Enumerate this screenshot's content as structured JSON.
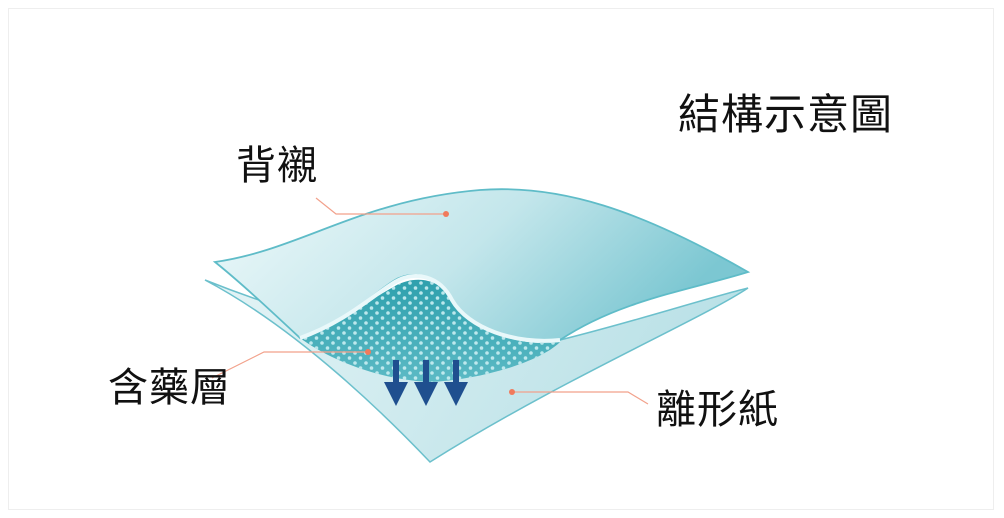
{
  "title": "結構示意圖",
  "labels": {
    "backing": "背襯",
    "drug_layer": "含藥層",
    "release_liner": "離形紙"
  },
  "colors": {
    "backing_light": "#e6f6f8",
    "backing_dark": "#7fc9d4",
    "edge": "#4bb3c1",
    "drug_layer": "#3fa8b4",
    "dots": "#bde7ec",
    "arrows": "#1f4f8f",
    "leader": "#f07a5c"
  }
}
